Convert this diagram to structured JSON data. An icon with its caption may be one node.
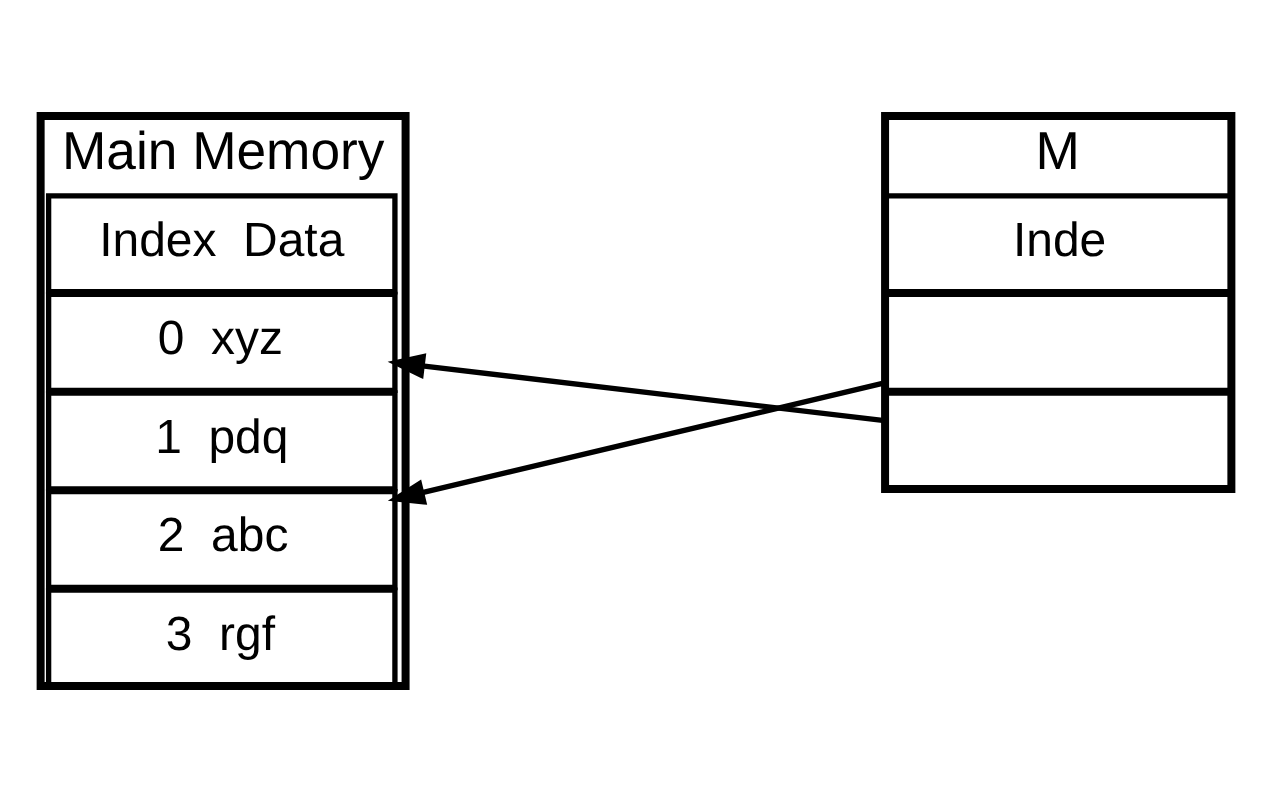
{
  "diagram": {
    "nodes": [
      {
        "text": [
          "Main Memory"
        ]
      },
      {
        "text": [
          "Index",
          "Data"
        ],
        "in": 0
      },
      {
        "text": [
          "0",
          "xyz"
        ],
        "in": 0
      },
      {
        "text": [
          "1",
          "pdq"
        ],
        "in": 0
      },
      {
        "text": [
          "2",
          "abc"
        ],
        "in": 0
      },
      {
        "text": [
          "3",
          "rgf"
        ],
        "in": 0
      },
      {
        "text": [
          "M"
        ]
      },
      {
        "text": [
          "Inde"
        ],
        "in": 6
      },
      {
        "text": [],
        "shape": "box",
        "in": 6
      },
      {
        "text": [],
        "shape": "box",
        "in": 6
      }
    ],
    "edges": [
      {
        "from": 8,
        "to": 4,
        "arrow": "to"
      },
      {
        "from": 9,
        "to": 2,
        "arrow": "to"
      }
    ]
  }
}
